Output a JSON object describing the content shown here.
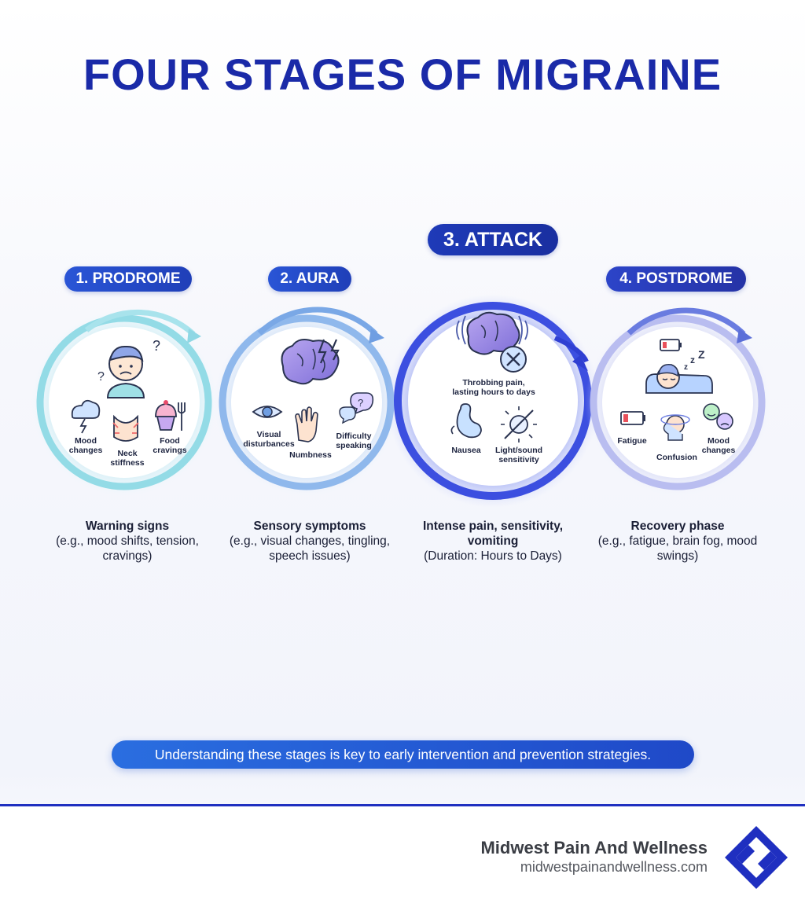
{
  "title": "FOUR STAGES OF MIGRAINE",
  "stages": [
    {
      "label": "1. PRODROME",
      "heading": "Warning signs",
      "detail": "(e.g., mood shifts, tension, cravings)",
      "icons": [
        {
          "name": "mood-changes-icon",
          "label_lines": [
            "Mood",
            "changes"
          ]
        },
        {
          "name": "neck-stiffness-icon",
          "label_lines": [
            "Neck",
            "stiffness"
          ]
        },
        {
          "name": "food-cravings-icon",
          "label_lines": [
            "Food",
            "cravings"
          ]
        }
      ]
    },
    {
      "label": "2. AURA",
      "heading": "Sensory symptoms",
      "detail": "(e.g., visual changes, tingling, speech issues)",
      "icons": [
        {
          "name": "visual-disturbances-icon",
          "label_lines": [
            "Visual",
            "disturbances"
          ]
        },
        {
          "name": "numbness-icon",
          "label_lines": [
            "Numbness"
          ]
        },
        {
          "name": "difficulty-speaking-icon",
          "label_lines": [
            "Difficulty",
            "speaking"
          ]
        }
      ]
    },
    {
      "label": "3. ATTACK",
      "heading": "Intense pain, sensitivity, vomiting",
      "detail": "(Duration: Hours to Days)",
      "icons": [
        {
          "name": "throbbing-pain-icon",
          "label_lines": [
            "Throbbing pain,",
            "lasting hours to days"
          ]
        },
        {
          "name": "nausea-icon",
          "label_lines": [
            "Nausea"
          ]
        },
        {
          "name": "light-sound-sensitivity-icon",
          "label_lines": [
            "Light/sound",
            "sensitivity"
          ]
        }
      ]
    },
    {
      "label": "4. POSTDROME",
      "heading": "Recovery phase",
      "detail": "(e.g., fatigue, brain fog, mood swings)",
      "icons": [
        {
          "name": "fatigue-icon",
          "label_lines": [
            "Fatigue"
          ]
        },
        {
          "name": "confusion-icon",
          "label_lines": [
            "Confusion"
          ]
        },
        {
          "name": "mood-changes-icon",
          "label_lines": [
            "Mood",
            "changes"
          ]
        }
      ]
    }
  ],
  "banner": "Understanding these stages is key to early intervention and prevention strategies.",
  "footer": {
    "name": "Midwest Pain And Wellness",
    "url": "midwestpainandwellness.com"
  },
  "colors": {
    "title": "#1a2aa8",
    "accent": "#1f3fb8",
    "footer_line": "#1f2fc0"
  }
}
